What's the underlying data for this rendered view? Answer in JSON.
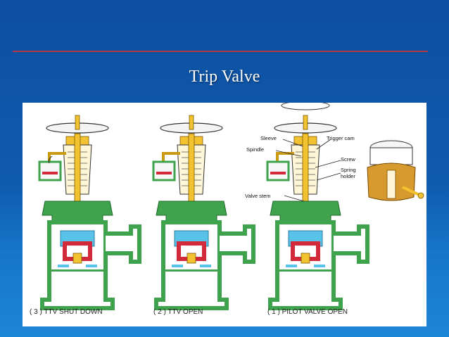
{
  "slide": {
    "title": "Trip Valve",
    "colors": {
      "background": "#0f5bb0",
      "rule": "#b23a48",
      "body": "#3fa34d",
      "yellow": "#f2c230",
      "red": "#d22a3a",
      "blue": "#59c2e8"
    }
  },
  "figure": {
    "captions": [
      {
        "number": "( 3 )",
        "text": "TTV SHUT DOWN"
      },
      {
        "number": "( 2 )",
        "text": "TTV OPEN"
      },
      {
        "number": "( 1 )",
        "text": "PILOT VALVE OPEN"
      }
    ],
    "labels": {
      "sleeve": "Sleeve",
      "trigger_cam": "Trigger cam",
      "spindle": "Spindle",
      "screw": "Screw",
      "spring_holder_1": "Spring",
      "spring_holder_2": "holder",
      "valve_stem": "Valve stem"
    }
  }
}
